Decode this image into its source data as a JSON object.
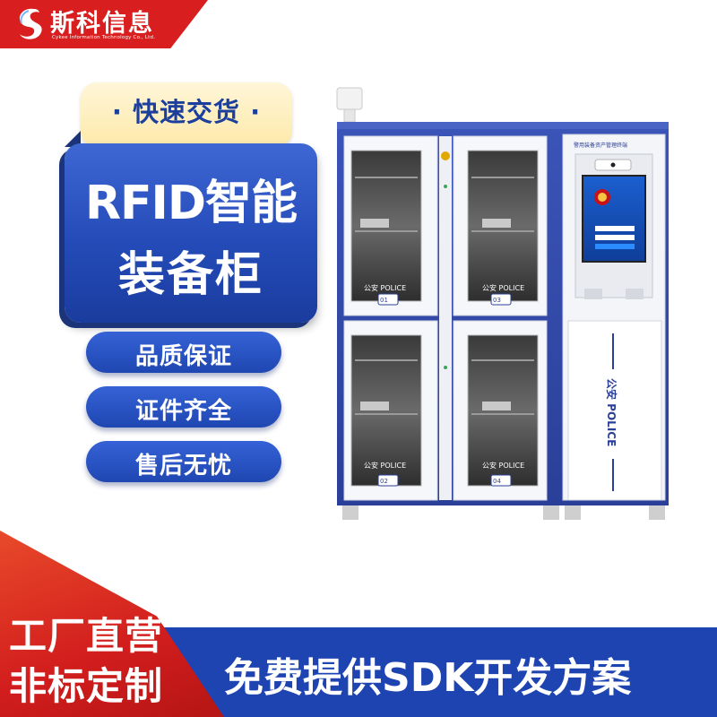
{
  "logo": {
    "name": "斯科信息",
    "subtitle": "Cykee Information Technology Co., Ltd."
  },
  "badge_top": "· 快速交货 ·",
  "title": {
    "line1": "RFID智能",
    "line2": "装备柜"
  },
  "features": [
    {
      "label": "品质保证"
    },
    {
      "label": "证件齐全"
    },
    {
      "label": "售后无忧"
    }
  ],
  "bottom": {
    "red_line1": "工厂直营",
    "red_line2": "非标定制",
    "blue_line": "免费提供SDK开发方案"
  },
  "cabinet": {
    "panel_title": "警用装备资产管理终端",
    "side_label": "公安 POLICE",
    "door_label": "公安  POLICE",
    "door_numbers": [
      "01",
      "03",
      "02",
      "04"
    ]
  },
  "colors": {
    "brand_blue": "#1e44b2",
    "brand_red": "#d81e1e",
    "badge_yellow": "#fde9a9"
  }
}
